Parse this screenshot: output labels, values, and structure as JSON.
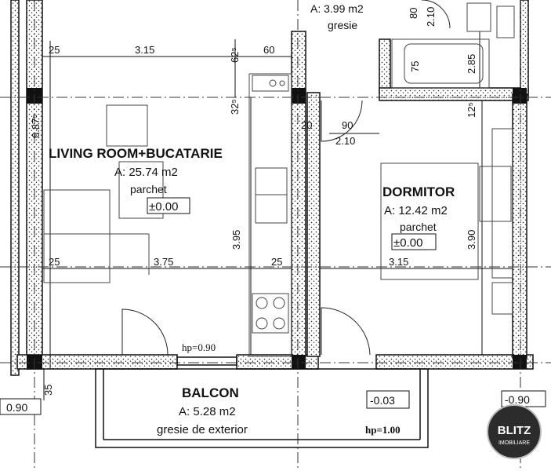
{
  "rooms": {
    "living": {
      "name": "LIVING ROOM+BUCATARIE",
      "area": "A: 25.74 m2",
      "floor": "parchet",
      "level": "±0.00"
    },
    "bedroom": {
      "name": "DORMITOR",
      "area": "A: 12.42 m2",
      "floor": "parchet",
      "level": "±0.00"
    },
    "balcony": {
      "name": "BALCON",
      "area": "A: 5.28 m2",
      "floor": "gresie de exterior",
      "hp": "hp=1.00"
    },
    "bath_top": {
      "area": "A: 3.99 m2",
      "floor": "gresie"
    }
  },
  "levels": {
    "left": "0.90",
    "mid": "-0.03",
    "right": "-0.90"
  },
  "window_hp": "hp=0.90",
  "dims": {
    "d25a": "25",
    "d315a": "3.15",
    "d625": "62⁵",
    "d60": "60",
    "d325": "32⁵",
    "d6875": "6.87⁵",
    "d20": "20",
    "d90": "90",
    "d210door": "2.10",
    "d75": "75",
    "d285": "2.85",
    "d125": "12⁵",
    "d80": "80",
    "d210top": "2.10",
    "d25b": "25",
    "d375": "3.75",
    "d25c": "25",
    "d315b": "3.15",
    "d395": "3.95",
    "d390": "3.90",
    "d35": "35"
  },
  "logo": {
    "main": "BLITZ",
    "sub": "IMOBILIARE"
  }
}
